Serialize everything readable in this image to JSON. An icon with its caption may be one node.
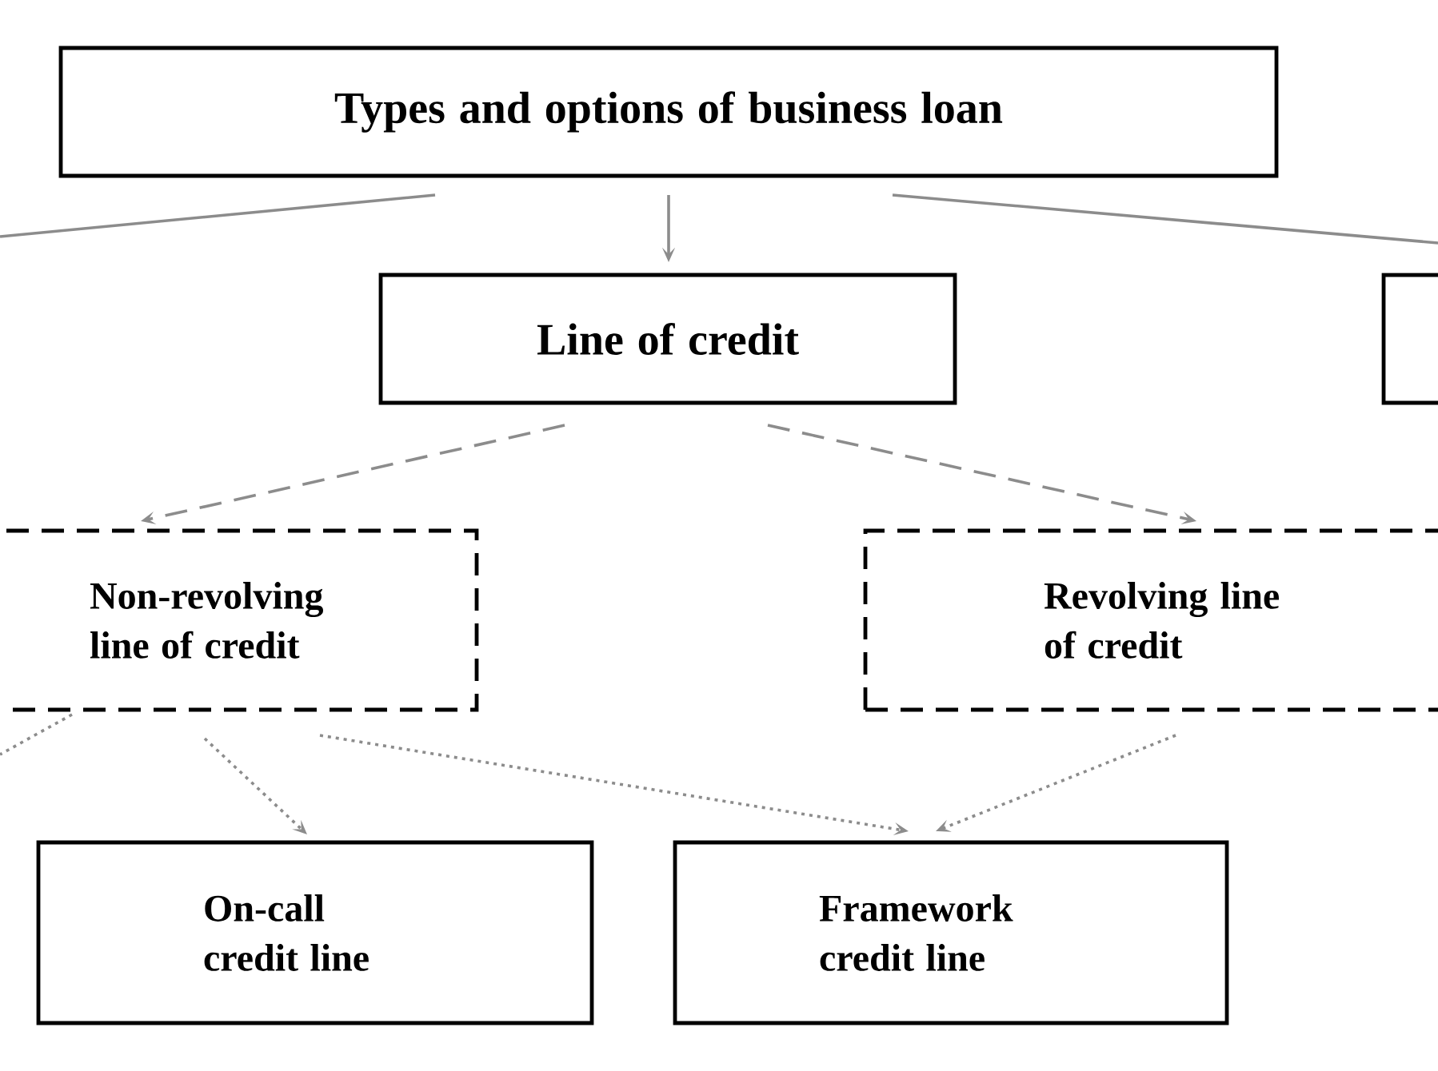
{
  "diagram": {
    "nodes": [
      {
        "text": [
          "Types and options of business loan"
        ]
      },
      {
        "text": [
          "Line of credit"
        ]
      },
      {
        "text": [],
        "shape": "box"
      },
      {
        "text": [
          "Non-revolving line of credit"
        ]
      },
      {
        "text": [
          "Revolving line of credit"
        ]
      },
      {
        "text": [
          "On-call credit line"
        ]
      },
      {
        "text": [
          "Framework credit line"
        ]
      }
    ],
    "edges": [
      {
        "from": 0,
        "to": null,
        "arrow": "none"
      },
      {
        "from": 0,
        "to": 1,
        "arrow": "to"
      },
      {
        "from": 0,
        "to": 2,
        "arrow": "none"
      },
      {
        "from": 1,
        "to": 3,
        "arrow": "to",
        "style": "dashed"
      },
      {
        "from": 1,
        "to": 4,
        "arrow": "to",
        "style": "dashed"
      },
      {
        "from": 3,
        "to": null,
        "arrow": "none",
        "style": "dashed"
      },
      {
        "from": 3,
        "to": 5,
        "arrow": "to",
        "style": "dashed"
      },
      {
        "from": 3,
        "to": 6,
        "arrow": "to",
        "style": "dashed"
      },
      {
        "from": 4,
        "to": 6,
        "arrow": "to",
        "style": "dashed"
      }
    ]
  }
}
